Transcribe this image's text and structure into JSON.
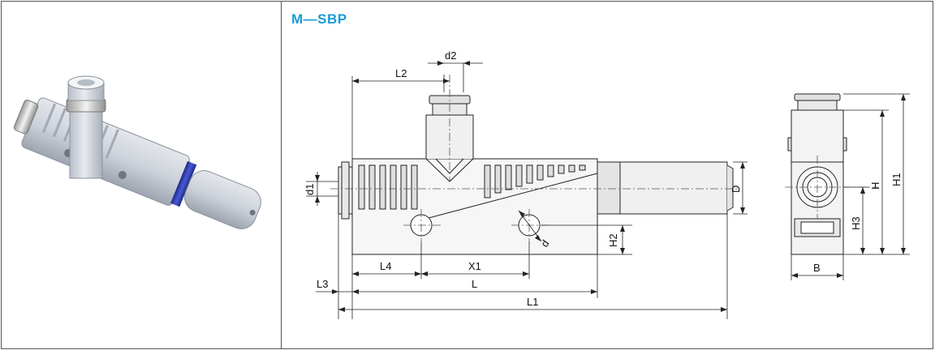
{
  "title": "M—SBP",
  "labels": {
    "d2": "d2",
    "L2": "L2",
    "d1": "d1",
    "D": "D",
    "H2": "H2",
    "d": "d",
    "L4": "L4",
    "X1": "X1",
    "L3": "L3",
    "L": "L",
    "L1": "L1",
    "H": "H",
    "H1": "H1",
    "H3": "H3",
    "B": "B"
  },
  "colors": {
    "title": "#1a9ad6",
    "body_gray": "#c9ced6",
    "blue_ring": "#2a3aa8"
  },
  "icons": {
    "product": "vacuum-ejector-photo"
  }
}
